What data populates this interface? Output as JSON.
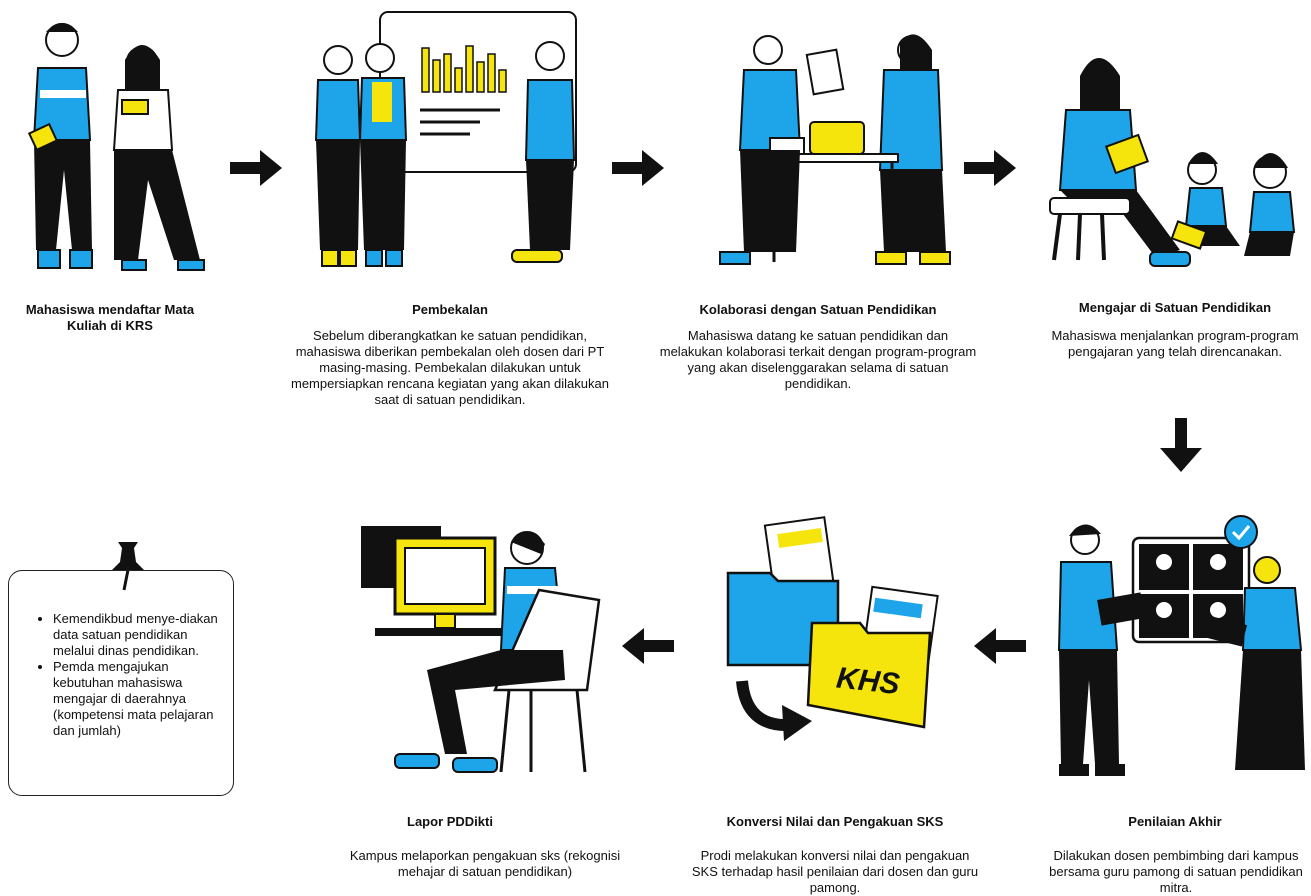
{
  "colors": {
    "blue": "#1ea5e9",
    "yellow": "#f5e50d",
    "black": "#111111"
  },
  "steps": [
    {
      "title": "Mahasiswa mendaftar Mata Kuliah di KRS",
      "desc": ""
    },
    {
      "title": "Pembekalan",
      "desc": "Sebelum diberangkatkan ke satuan pendidikan, mahasiswa diberikan pembekalan oleh dosen dari PT masing-masing. Pembekalan dilakukan untuk mempersiapkan rencana kegiatan yang akan dilakukan saat di satuan pendidikan."
    },
    {
      "title": "Kolaborasi dengan Satuan Pendidikan",
      "desc": "Mahasiswa datang ke satuan pendidikan dan melakukan kolaborasi terkait dengan program-program yang akan diselenggarakan selama di satuan pendidikan."
    },
    {
      "title": "Mengajar di Satuan Pendidikan",
      "desc": "Mahasiswa menjalankan program-program pengajaran yang telah direncanakan."
    },
    {
      "title": "Penilaian Akhir",
      "desc": "Dilakukan dosen pembimbing dari kampus bersama guru pamong di satuan pendidikan mitra."
    },
    {
      "title": "Konversi Nilai dan Pengakuan SKS",
      "desc": "Prodi melakukan konversi nilai dan pengakuan SKS terhadap hasil penilaian dari dosen dan guru pamong."
    },
    {
      "title": "Lapor PDDikti",
      "desc": "Kampus melaporkan pengakuan sks (rekognisi mehajar di satuan pendidikan)"
    }
  ],
  "note": {
    "items": [
      "Kemendikbud menye-diakan data satuan pendidikan melalui dinas pendidikan.",
      "Pemda mengajukan kebutuhan mahasiswa mengajar di daerahnya (kompetensi mata pelajaran dan jumlah)"
    ]
  },
  "folder_label": "KHS"
}
